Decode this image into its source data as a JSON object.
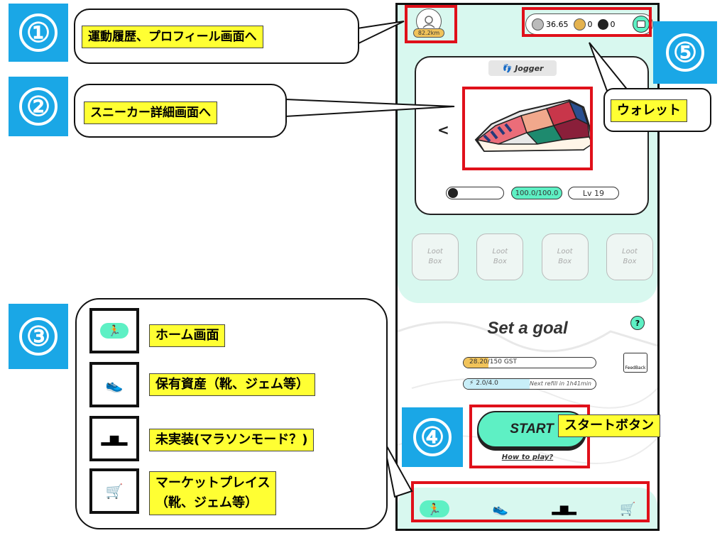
{
  "annotations": {
    "a1": {
      "num": "①",
      "label": "運動履歴、プロフィール画面へ"
    },
    "a2": {
      "num": "②",
      "label": "スニーカー詳細画面へ"
    },
    "a3": {
      "num": "③",
      "items": [
        {
          "label": "ホーム画面",
          "icon": "running-icon"
        },
        {
          "label": "保有資産（靴、ジェム等）",
          "icon": "sneaker-icon"
        },
        {
          "label": "未実装(マラソンモード？)",
          "icon": "podium-icon"
        },
        {
          "label": "マーケットプレイス\n（靴、ジェム等）",
          "icon": "cart-icon"
        }
      ]
    },
    "a4": {
      "num": "④",
      "label": "スタートボタン"
    },
    "a5": {
      "num": "⑤",
      "label": "ウォレット"
    }
  },
  "app": {
    "profile": {
      "distance": "82.2km"
    },
    "wallet": {
      "gmt": "36.65",
      "gst": "0",
      "sol": "0"
    },
    "sneaker": {
      "type": "Jogger",
      "durability": "100.0/100.0",
      "level": "Lv 19",
      "prev": "<"
    },
    "lootboxes": [
      {
        "line1": "Loot",
        "line2": "Box"
      },
      {
        "line1": "Loot",
        "line2": "Box"
      },
      {
        "line1": "Loot",
        "line2": "Box"
      },
      {
        "line1": "Loot",
        "line2": "Box"
      }
    ],
    "goal": {
      "title": "Set a goal",
      "help": "?",
      "gst_progress": "28.20/150 GST",
      "gst_fraction": 0.188,
      "energy": "2.0/4.0",
      "energy_fraction": 0.5,
      "refill": "Next refill in 1h41min",
      "feedback": "FeedBack"
    },
    "start": {
      "label": "START",
      "howto": "How to play?"
    }
  },
  "colors": {
    "accent": "#5ef0c4",
    "mint_bg": "#d8f8ef",
    "red": "#e0101a",
    "badge": "#1aa7e6",
    "label_yellow": "#ffff33"
  }
}
